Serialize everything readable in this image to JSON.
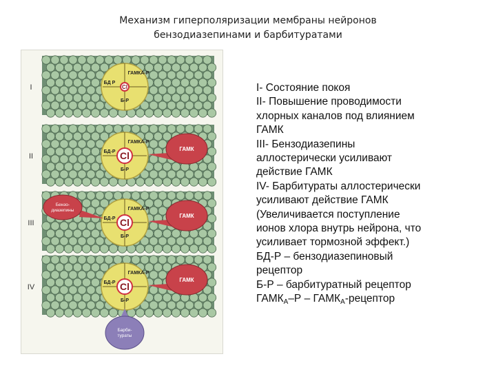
{
  "title": {
    "line1": "Механизм гиперполяризации мембраны нейронов",
    "line2": "бензодиазепинами и барбитуратами"
  },
  "legend": {
    "lines": [
      "I- Состояние покоя",
      "II- Повышение проводимости",
      "хлорных каналов под влиянием",
      "ГАМК",
      "III- Бензодиазепины",
      "аллостерически усиливают",
      "действие ГАМК",
      "IV- Барбитураты аллостерически",
      "усиливают действие ГАМК",
      "(Увеличивается поступление",
      "ионов хлора внутрь нейрона, что",
      "усиливает тормозной эффект.)",
      "БД-Р – бензодиазепиновый",
      "рецептор",
      "Б-Р – барбитуратный рецептор"
    ],
    "last": {
      "a": "ГАМК",
      "a_sub": "А",
      "b": "–Р – ГАМК",
      "b_sub": "А",
      "c": "-рецептор"
    }
  },
  "figure": {
    "stages": [
      {
        "roman": "I",
        "gaba_label": "ГАМКА-Р",
        "ion": "Cl",
        "bd": "БД Р",
        "b": "Б-Р"
      },
      {
        "roman": "II",
        "gaba_label": "ГАМКА-Р",
        "ion": "Cl",
        "bd": "БД-Р",
        "b": "Б-Р",
        "drug": "ГАМК"
      },
      {
        "roman": "III",
        "gaba_label": "ГАМКА-Р",
        "ion": "Cl",
        "bd": "БД-Р",
        "b": "Б-Р",
        "drug": "ГАМК",
        "left_drug_1": "Бензо-",
        "left_drug_2": "диазепины"
      },
      {
        "roman": "IV",
        "gaba_label": "ГАМКА-Р",
        "ion": "Cl",
        "bd": "БД-Р",
        "b": "Б-Р",
        "drug": "ГАМК",
        "bottom_drug_1": "Барби-",
        "bottom_drug_2": "тураты"
      }
    ],
    "colors": {
      "membrane_bg": "#6f8f74",
      "cell": "#a9c8a4",
      "channel": "#e8e070",
      "drug": "#c8424a",
      "barbiturate": "#8c7fb8",
      "ion_ring": "#d03040"
    }
  }
}
